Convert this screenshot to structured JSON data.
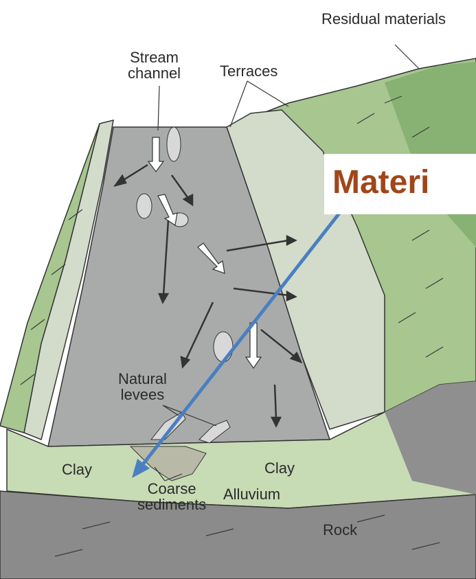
{
  "labels": {
    "residual_materials": "Residual materials",
    "stream_channel_line1": "Stream",
    "stream_channel_line2": "channel",
    "terraces": "Terraces",
    "natural_levees_line1": "Natural",
    "natural_levees_line2": "levees",
    "clay_left": "Clay",
    "clay_right": "Clay",
    "coarse_sediments_line1": "Coarse",
    "coarse_sediments_line2": "sediments",
    "alluvium": "Alluvium",
    "rock": "Rock"
  },
  "callout": {
    "text": "Materi"
  },
  "colors": {
    "water": "#a9abab",
    "terrace": "#d3dccb",
    "green_slope": "#a7c690",
    "dark_green": "#88b274",
    "rock": "#8b8b8b",
    "alluvium": "#c7dbb5",
    "arrow_blue": "#4a7fc1",
    "callout_text": "#a0461a"
  }
}
